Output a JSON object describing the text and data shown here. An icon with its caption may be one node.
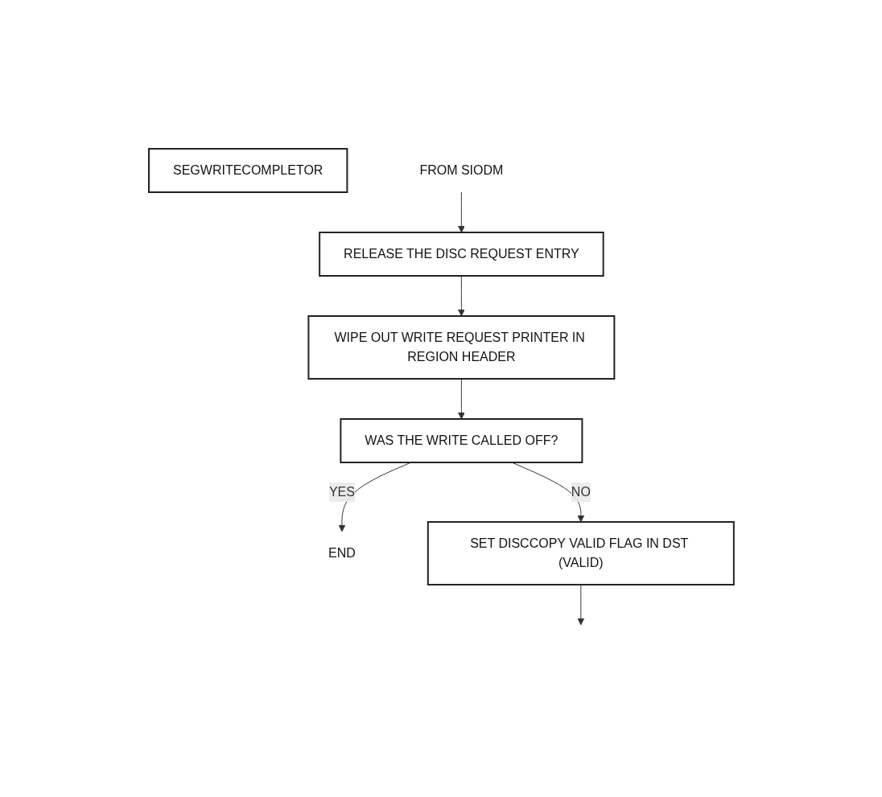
{
  "diagram": {
    "nodes": [
      {
        "text": [
          "SEGWRITECOMPLETOR"
        ]
      },
      {
        "text": [
          "FROM SIODM"
        ]
      },
      {
        "text": [
          "RELEASE THE DISC REQUEST ENTRY"
        ]
      },
      {
        "text": [
          "WIPE OUT WRITE REQUEST PRINTER IN REGION HEADER"
        ]
      },
      {
        "text": [
          "WAS THE WRITE CALLED OFF?"
        ]
      },
      {
        "text": [
          "END"
        ]
      },
      {
        "text": [
          "SET DISCCOPY VALID FLAG IN DST (VALID)"
        ]
      }
    ],
    "edges": [
      {
        "from": 1,
        "to": 2,
        "arrow": "to"
      },
      {
        "from": 2,
        "to": 3,
        "arrow": "to"
      },
      {
        "from": 3,
        "to": 4,
        "arrow": "to"
      },
      {
        "from": 4,
        "to": 5,
        "arrow": "to",
        "label": "YES"
      },
      {
        "from": 4,
        "to": 6,
        "arrow": "to",
        "label": "NO"
      },
      {
        "from": 6,
        "to": null,
        "arrow": "to"
      }
    ]
  }
}
